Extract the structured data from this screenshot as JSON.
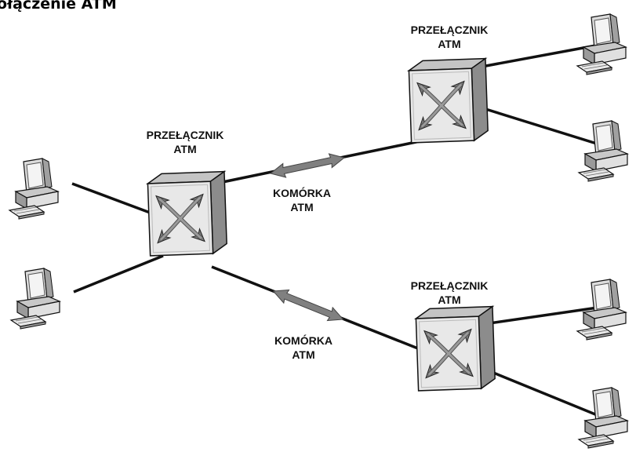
{
  "title": "ołączenie ATM",
  "switches": [
    {
      "label_line1": "PRZEŁĄCZNIK",
      "label_line2": "ATM"
    },
    {
      "label_line1": "PRZEŁĄCZNIK",
      "label_line2": "ATM"
    },
    {
      "label_line1": "PRZEŁĄCZNIK",
      "label_line2": "ATM"
    }
  ],
  "cells": [
    {
      "label_line1": "KOMÓRKA",
      "label_line2": "ATM"
    },
    {
      "label_line1": "KOMÓRKA",
      "label_line2": "ATM"
    }
  ],
  "colors": {
    "line": "#111111",
    "device_face": "#e8e8e8",
    "device_side": "#8c8c8c",
    "device_top": "#c4c4c4",
    "arrow": "#808080"
  },
  "icons": [
    "router-switch-icon",
    "computer-icon",
    "double-arrow-icon"
  ]
}
